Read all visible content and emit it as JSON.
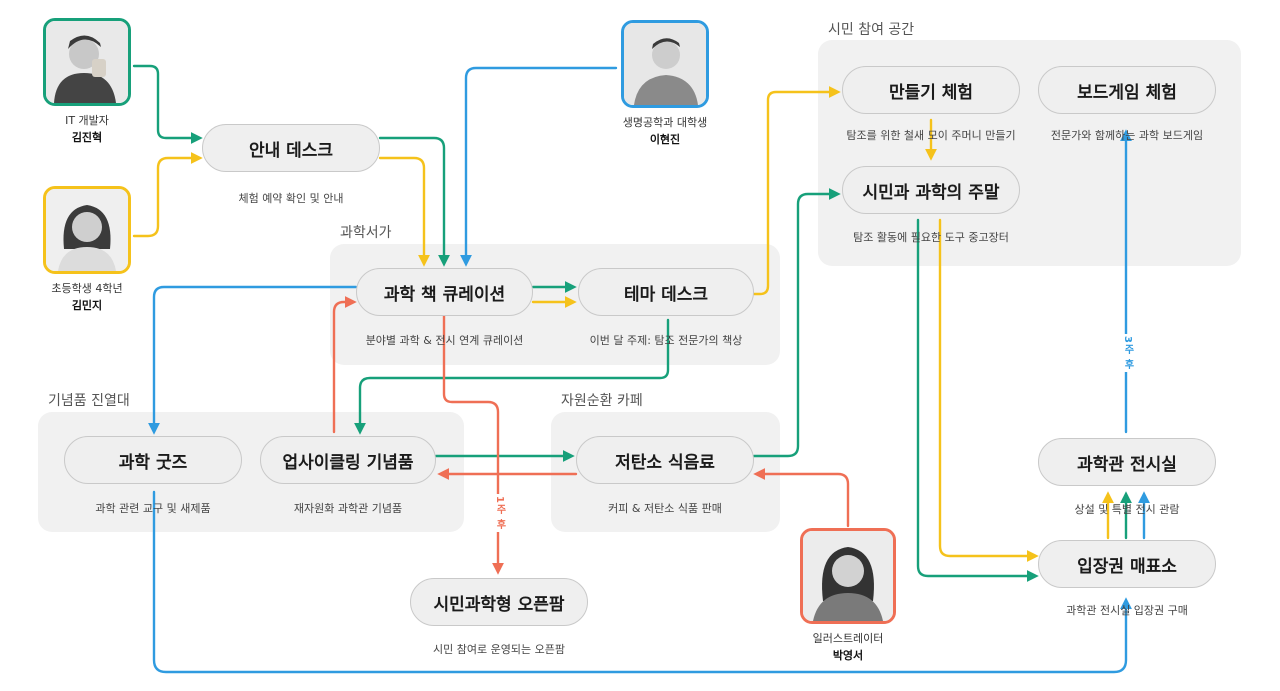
{
  "colors": {
    "green": "#17a07a",
    "yellow": "#f5c21b",
    "blue": "#2f9be0",
    "orange": "#ef6f55",
    "zone_bg": "#f1f1f1",
    "node_bg": "#efefef"
  },
  "zones": {
    "bookshelf": "과학서가",
    "souvenir": "기념품 진열대",
    "cafe": "자원순환 카페",
    "civic": "시민 참여 공간"
  },
  "people": [
    {
      "role": "IT 개발자",
      "name": "김진혁",
      "color": "green",
      "icon": "person-with-cup-photo"
    },
    {
      "role": "초등학생 4학년",
      "name": "김민지",
      "color": "yellow",
      "icon": "child-photo"
    },
    {
      "role": "생명공학과 대학생",
      "name": "이현진",
      "color": "blue",
      "icon": "student-photo"
    },
    {
      "role": "일러스트레이터",
      "name": "박영서",
      "color": "orange",
      "icon": "illustrator-photo"
    }
  ],
  "nodes": {
    "info_desk": {
      "label": "안내 데스크",
      "desc": "체험 예약 확인 및 안내"
    },
    "curation": {
      "label": "과학 책 큐레이션",
      "desc": "분야별 과학 & 전시 연계 큐레이션"
    },
    "theme_desk": {
      "label": "테마 데스크",
      "desc": "이번 달 주제: 탐조 전문가의 책상"
    },
    "goods": {
      "label": "과학 굿즈",
      "desc": "과학 관련 교구 및 새제품"
    },
    "upcycling": {
      "label": "업사이클링 기념품",
      "desc": "재자원화 과학관 기념품"
    },
    "low_carbon": {
      "label": "저탄소 식음료",
      "desc": "커피 & 저탄소 식품 판매"
    },
    "open_farm": {
      "label": "시민과학형 오픈팜",
      "desc": "시민 참여로 운영되는 오픈팜"
    },
    "making": {
      "label": "만들기 체험",
      "desc": "탐조를 위한 철새 모이 주머니 만들기"
    },
    "board_game": {
      "label": "보드게임 체험",
      "desc": "전문가와 함께하는 과학 보드게임"
    },
    "weekend": {
      "label": "시민과 과학의 주말",
      "desc": "탐조 활동에 필요한 도구 중고장터"
    },
    "exhibition": {
      "label": "과학관 전시실",
      "desc": "상설 및 특별 전시 관람"
    },
    "ticket": {
      "label": "입장권 매표소",
      "desc": "과학관 전시실 입장권 구매"
    }
  },
  "wire_labels": {
    "after_week": "1주 후",
    "after_3weeks": "3주 후"
  }
}
